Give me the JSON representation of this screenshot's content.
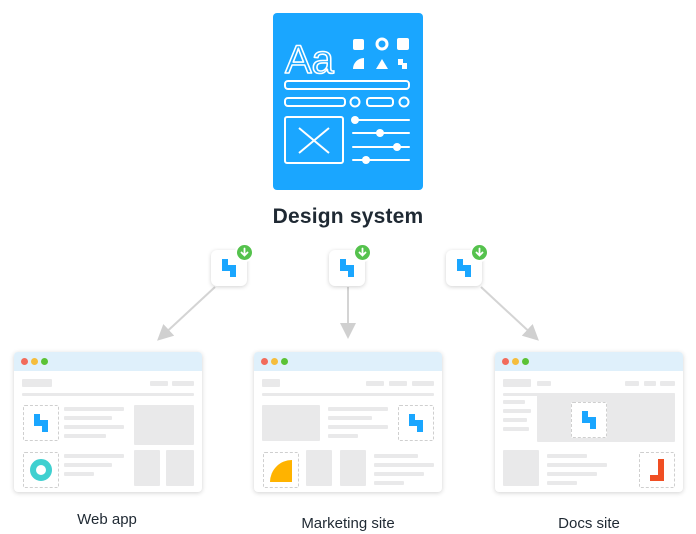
{
  "design_system": {
    "label": "Design system",
    "typography_sample": "Aa"
  },
  "colors": {
    "brand_blue": "#1aa6ff",
    "badge_green": "#55c24d",
    "arrow_gray": "#d0d0d0",
    "browser_bar": "#dff0fb",
    "dot_red": "#f26b5b",
    "dot_yellow": "#f5bd3c",
    "dot_green": "#5bc236",
    "ring_teal": "#3fd0d0",
    "pie_orange": "#ffb300",
    "step_red": "#f04e23"
  },
  "targets": [
    {
      "label": "Web app"
    },
    {
      "label": "Marketing site"
    },
    {
      "label": "Docs site"
    }
  ]
}
